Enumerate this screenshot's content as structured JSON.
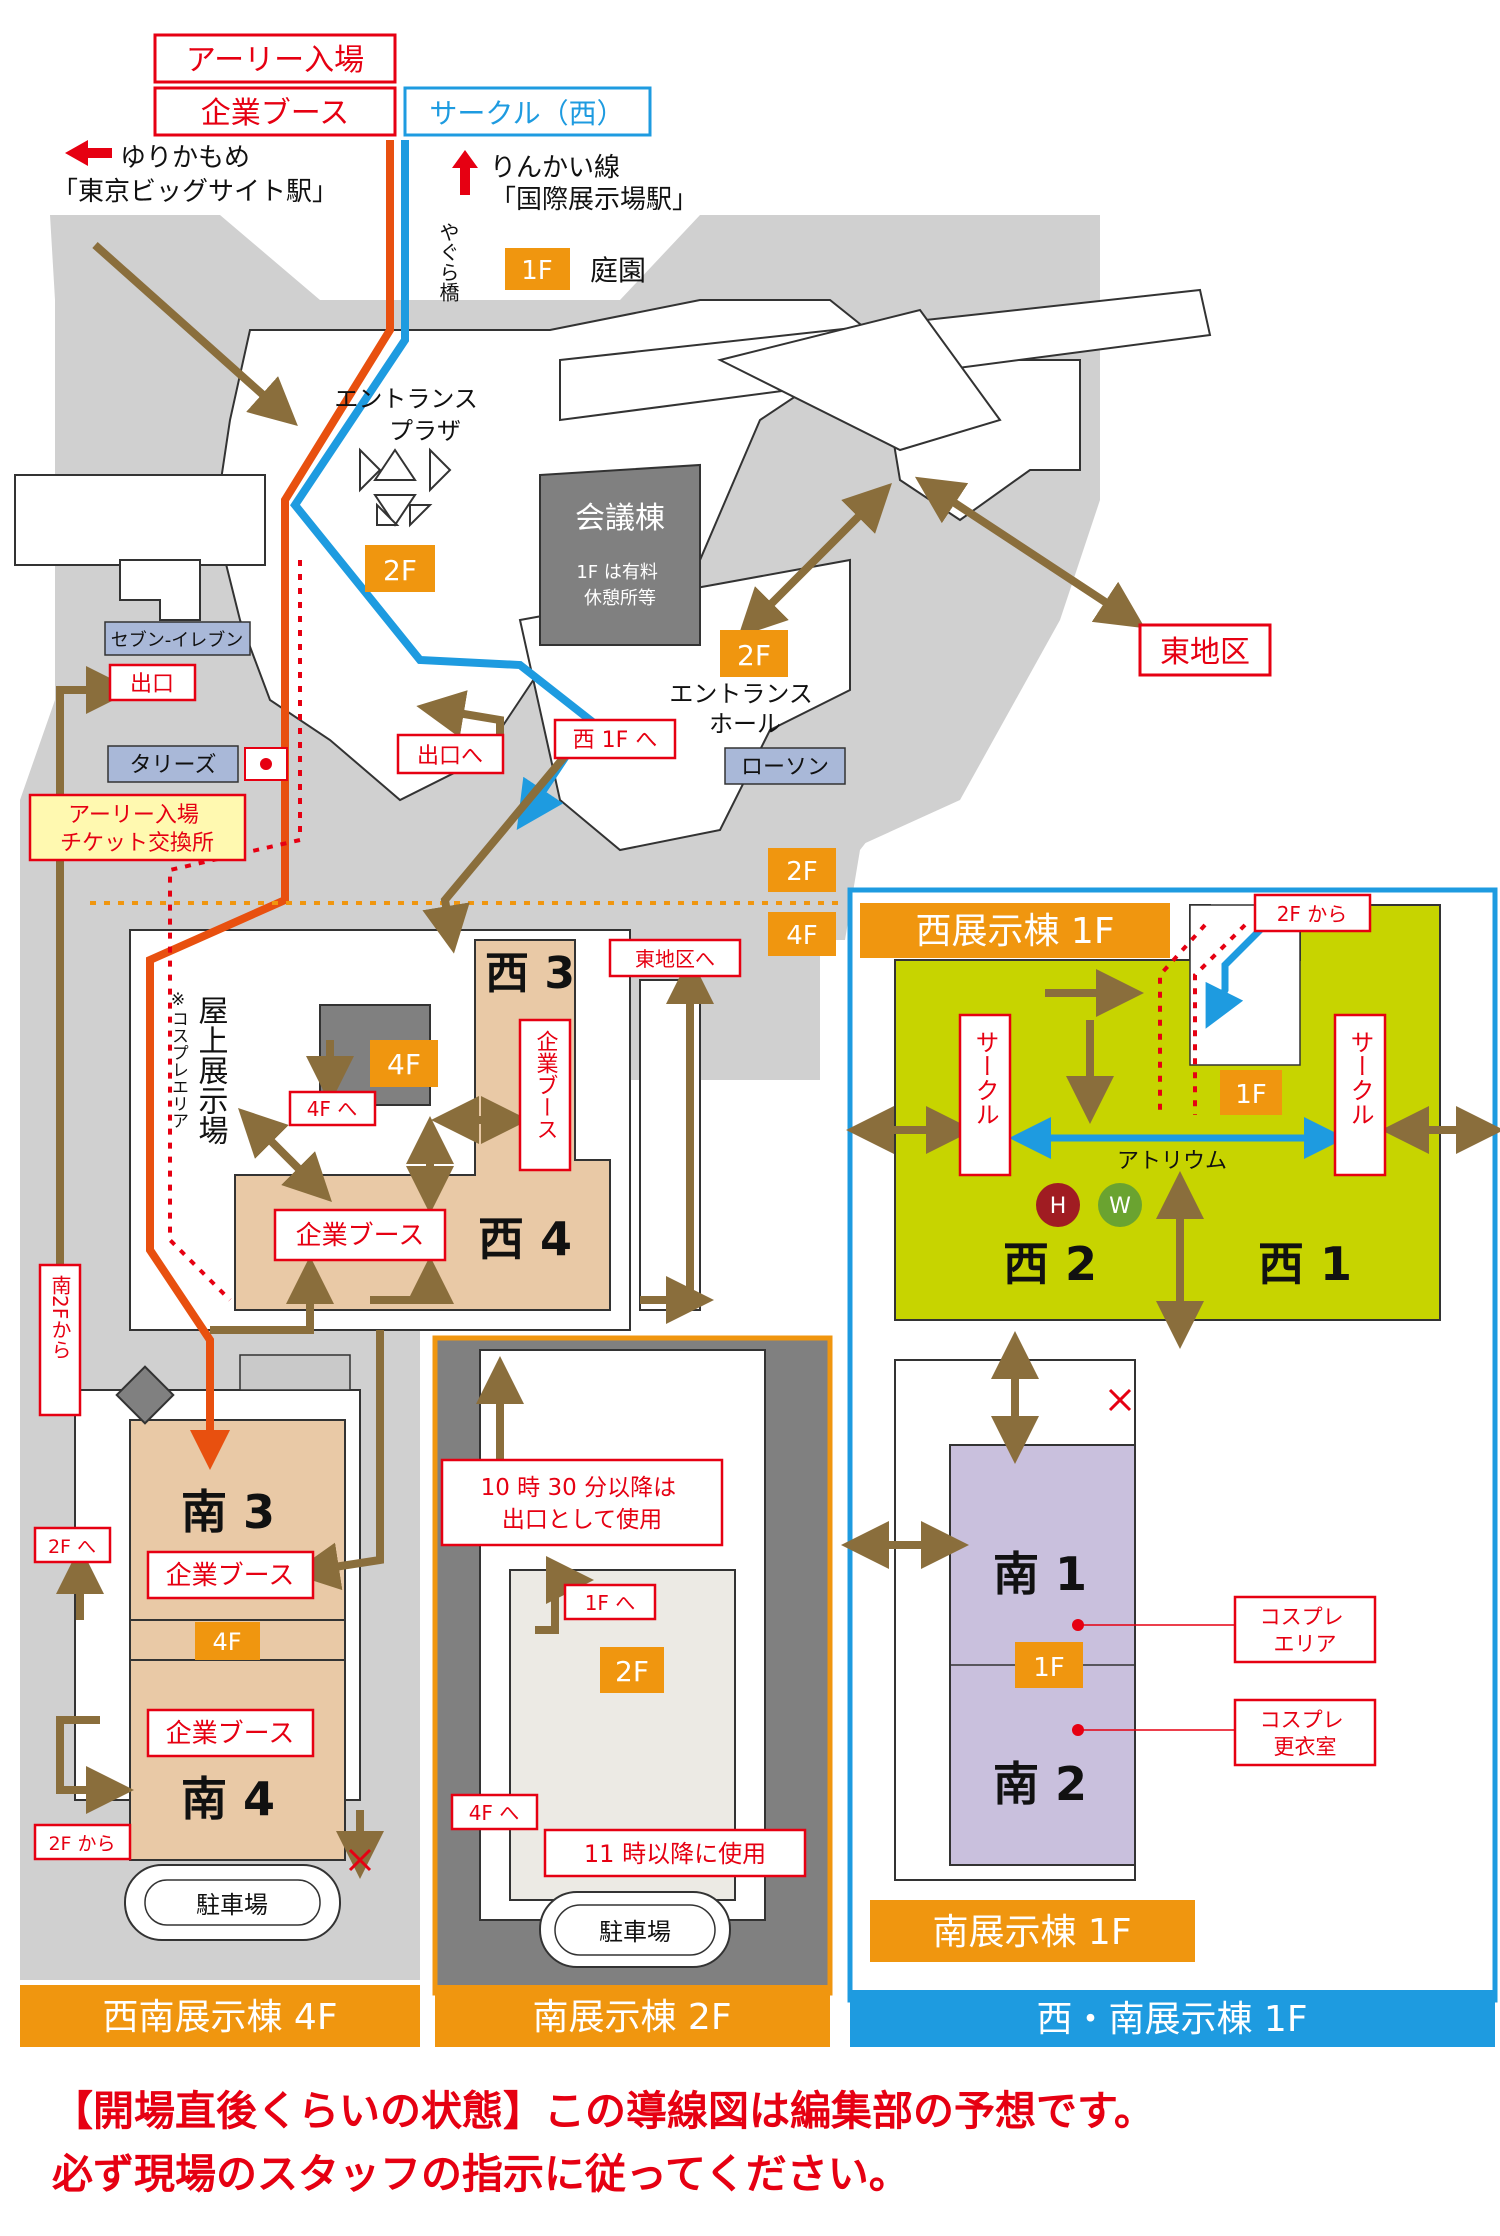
{
  "header": {
    "early_entry": "アーリー入場",
    "corporate_booth": "企業ブース",
    "circle_west": "サークル（西）"
  },
  "stations": {
    "yurikamome_line": "ゆりかもめ",
    "yurikamome_station": "「東京ビッグサイト駅」",
    "rinkai_line": "りんかい線",
    "rinkai_station": "「国際展示場駅」"
  },
  "upper_map": {
    "yagura_bridge": "やぐら橋",
    "floor_1f": "1F",
    "garden": "庭園",
    "entrance_plaza": "エントランスプラザ",
    "floor_2f": "2F",
    "conference_building": "会議棟",
    "conference_note": "1F は有料休憩所等",
    "east_area": "東地区",
    "entrance_hall": "エントランスホール",
    "seven_eleven": "セブン‐イレブン",
    "exit": "出口",
    "exit_to": "出口へ",
    "to_west_1f": "西 1F へ",
    "tullys": "タリーズ",
    "lawson": "ローソン",
    "early_ticket_exchange": "アーリー入場チケット交換所",
    "level_2f": "2F",
    "level_4f": "4F"
  },
  "west_south_4f": {
    "title": "西南展示棟 4F",
    "rooftop_hall": "屋上展示場",
    "cosplay_note": "※コスプレエリア",
    "west3": "西 3",
    "west4": "西 4",
    "floor_4f": "4F",
    "to_4f": "4F へ",
    "corporate_booth_west3": "企業ブース",
    "corporate_booth_west4": "企業ブース",
    "to_east_area": "東地区へ",
    "from_south_2f": "南2Fから",
    "to_2f": "2F へ",
    "from_2f": "2F から",
    "south3": "南 3",
    "south4": "南 4",
    "corporate_booth_south3": "企業ブース",
    "corporate_booth_south4": "企業ブース",
    "floor_4f_south": "4F",
    "parking": "駐車場"
  },
  "south_2f": {
    "title": "南展示棟 2F",
    "exit_after_1030": "10 時 30 分以降は出口として使用",
    "to_1f": "1F へ",
    "floor_2f": "2F",
    "to_4f": "4F へ",
    "use_after_11": "11 時以降に使用",
    "parking": "駐車場"
  },
  "west_south_1f": {
    "title": "西・南展示棟 1F",
    "west_hall_title": "西展示棟 1F",
    "from_2f": "2F から",
    "circle_left": "サークル",
    "circle_right": "サークル",
    "floor_1f": "1F",
    "atrium": "アトリウム",
    "marker_h": "H",
    "marker_w": "W",
    "west2": "西 2",
    "west1": "西 1",
    "south1": "南 1",
    "south2": "南 2",
    "floor_1f_south": "1F",
    "cosplay_area": "コスプレエリア",
    "cosplay_changing": "コスプレ更衣室",
    "south_hall_title": "南展示棟 1F"
  },
  "footer": {
    "line1": "【開場直後くらいの状態】この導線図は編集部の予想です。",
    "line2": "必ず現場のスタッフの指示に従ってください。"
  },
  "colors": {
    "orange_label": "#f0960f",
    "red_route": "#e8500f",
    "blue_route": "#1e9be0",
    "brown_arrow": "#8a6e3c",
    "booth_fill": "#e9c9a6",
    "west_hall_fill": "#c7d400",
    "south_hall_fill": "#c9c0dd",
    "label_red": "#e60012",
    "frame_blue": "#1e9be0"
  }
}
